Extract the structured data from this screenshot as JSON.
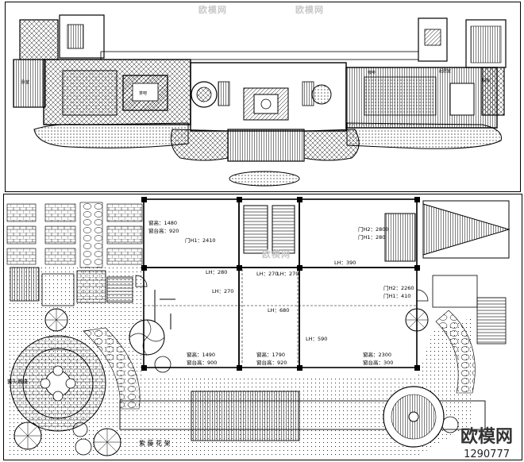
{
  "top_plan": {
    "small_labels": [
      "卧室",
      "茶吧",
      "咖啡",
      "起居室",
      "厨房"
    ]
  },
  "bottom_plan": {
    "window_1": {
      "height": "窗高：1480",
      "sill": "窗台高：920"
    },
    "door_1": "门H1：2410",
    "door_2": {
      "height": "门H2：2800",
      "h1": "门H1：280"
    },
    "lh_390": "LH：390",
    "lh_280": "LH：280",
    "lh_270a": "LH：270",
    "lh_270b": "LH：270",
    "lh_270c": "LH：270",
    "lh_680": "LH：680",
    "lh_590": "LH：590",
    "door_3": {
      "height": "门H2：2260",
      "h1": "门H1：410"
    },
    "window_2": {
      "height": "窗高：1490",
      "sill": "窗台高：900"
    },
    "window_3": {
      "height": "窗高：1790",
      "sill": "窗台高：920"
    },
    "window_4": {
      "height": "窗高：2300",
      "sill": "窗台高：300"
    },
    "fire_pit": "篝火燃烧",
    "garden_text": "紫 藤 花 架"
  },
  "watermarks": {
    "site": "欧模网",
    "brand": "欧模网",
    "id": "1290777"
  }
}
